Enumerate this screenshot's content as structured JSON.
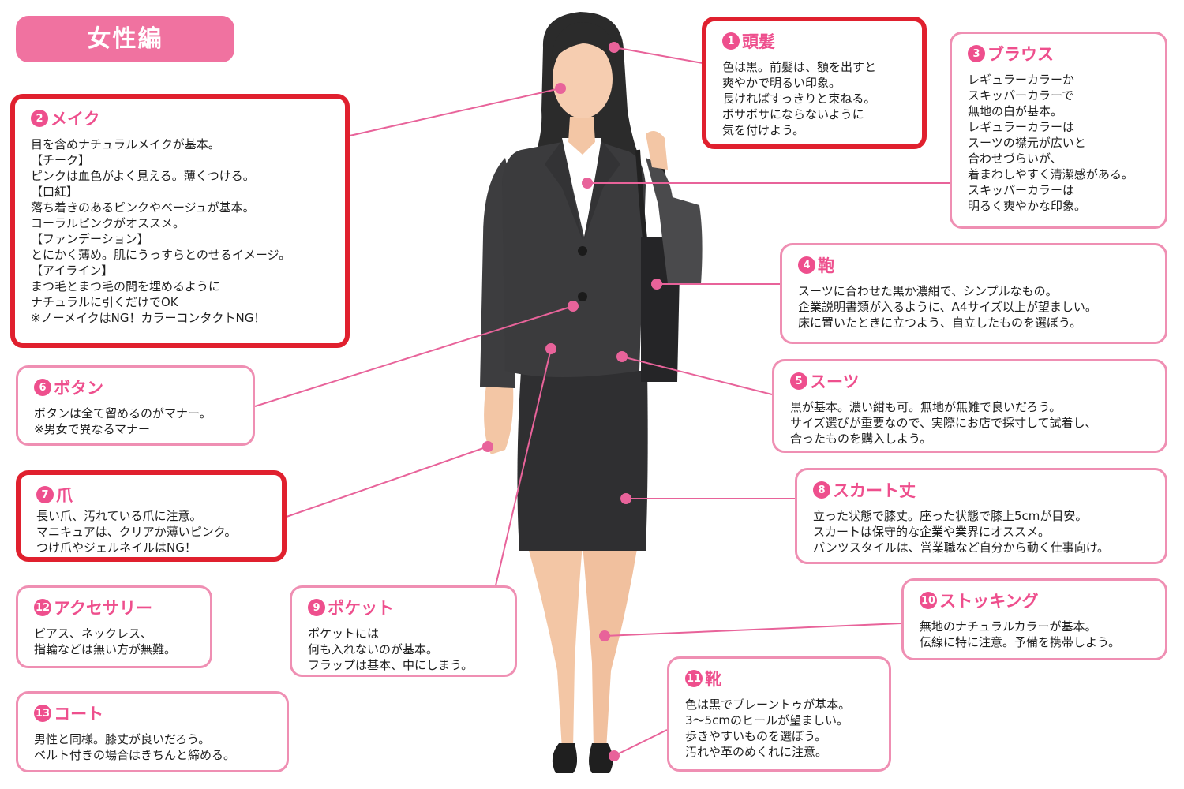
{
  "title": "女性編",
  "colors": {
    "pink": "#f072a0",
    "accent_pink": "#ee4f8d",
    "highlight_red": "#e0202e",
    "line_pink": "#e8639a"
  },
  "items": {
    "hair": {
      "num": "1",
      "title": "頭髪",
      "text": "色は黒。前髪は、額を出すと\n爽やかで明るい印象。\n長ければすっきりと束ねる。\nボサボサにならないように\n気を付けよう。"
    },
    "makeup": {
      "num": "2",
      "title": "メイク",
      "text": "目を含めナチュラルメイクが基本。\n【チーク】\nピンクは血色がよく見える。薄くつける。\n【口紅】\n落ち着きのあるピンクやベージュが基本。\nコーラルピンクがオススメ。\n【ファンデーション】\nとにかく薄め。肌にうっすらとのせるイメージ。\n【アイライン】\nまつ毛とまつ毛の間を埋めるように\nナチュラルに引くだけでOK\n※ノーメイクはNG！カラーコンタクトNG！"
    },
    "blouse": {
      "num": "3",
      "title": "ブラウス",
      "text": "レギュラーカラーか\nスキッパーカラーで\n無地の白が基本。\nレギュラーカラーは\nスーツの襟元が広いと\n合わせづらいが、\n着まわしやすく清潔感がある。\nスキッパーカラーは\n明るく爽やかな印象。"
    },
    "bag": {
      "num": "4",
      "title": "鞄",
      "text": "スーツに合わせた黒か濃紺で、シンプルなもの。\n企業説明書類が入るように、A4サイズ以上が望ましい。\n床に置いたときに立つよう、自立したものを選ぼう。"
    },
    "suit": {
      "num": "5",
      "title": "スーツ",
      "text": "黒が基本。濃い紺も可。無地が無難で良いだろう。\nサイズ選びが重要なので、実際にお店で採寸して試着し、\n合ったものを購入しよう。"
    },
    "button": {
      "num": "6",
      "title": "ボタン",
      "text": "ボタンは全て留めるのがマナー。\n※男女で異なるマナー"
    },
    "nails": {
      "num": "7",
      "title": "爪",
      "text": "長い爪、汚れている爪に注意。\nマニキュアは、クリアか薄いピンク。\nつけ爪やジェルネイルはNG！"
    },
    "skirt": {
      "num": "8",
      "title": "スカート丈",
      "text": "立った状態で膝丈。座った状態で膝上5cmが目安。\nスカートは保守的な企業や業界にオススメ。\nパンツスタイルは、営業職など自分から動く仕事向け。"
    },
    "pocket": {
      "num": "9",
      "title": "ポケット",
      "text": "ポケットには\n何も入れないのが基本。\nフラップは基本、中にしまう。"
    },
    "stocking": {
      "num": "10",
      "title": "ストッキング",
      "text": "無地のナチュラルカラーが基本。\n伝線に特に注意。予備を携帯しよう。"
    },
    "shoes": {
      "num": "11",
      "title": "靴",
      "text": "色は黒でプレーントゥが基本。\n3〜5cmのヒールが望ましい。\n歩きやすいものを選ぼう。\n汚れや革のめくれに注意。"
    },
    "accessory": {
      "num": "12",
      "title": "アクセサリー",
      "text": "ピアス、ネックレス、\n指輪などは無い方が無難。"
    },
    "coat": {
      "num": "13",
      "title": "コート",
      "text": "男性と同様。膝丈が良いだろう。\nベルト付きの場合はきちんと締める。"
    }
  }
}
